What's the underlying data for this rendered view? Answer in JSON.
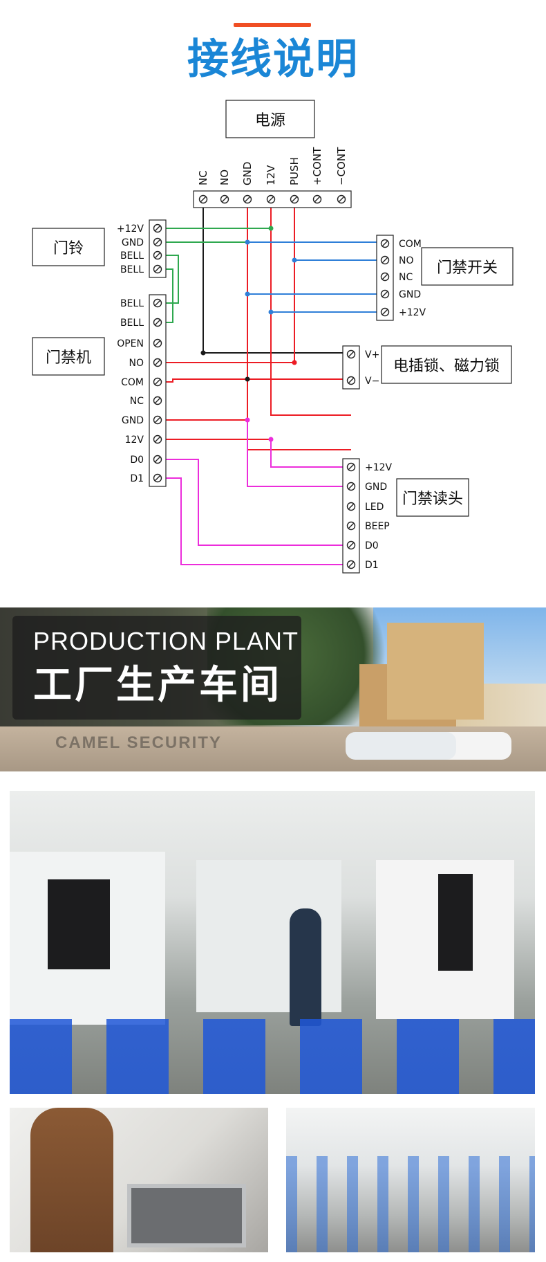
{
  "title": "接线说明",
  "accent_color": "#f04e23",
  "title_color": "#1a86d6",
  "wire_colors": {
    "red": "#ec1c24",
    "green": "#2fa84f",
    "blue": "#2f7fd8",
    "black": "#1a1a1a",
    "magenta": "#ec2ddb"
  },
  "devices": {
    "power": "电源",
    "doorbell": "门铃",
    "access_controller": "门禁机",
    "exit_switch": "门禁开关",
    "lock": "电插锁、磁力锁",
    "reader": "门禁读头"
  },
  "power_terminals": [
    "NC",
    "NO",
    "GND",
    "12V",
    "PUSH",
    "+CONT",
    "−CONT"
  ],
  "doorbell_terminals": [
    "+12V",
    "GND",
    "BELL",
    "BELL"
  ],
  "controller_terminals": [
    "BELL",
    "BELL",
    "OPEN",
    "NO",
    "COM",
    "NC",
    "GND",
    "12V",
    "D0",
    "D1"
  ],
  "exit_switch_terminals": [
    "COM",
    "NO",
    "NC",
    "GND",
    "+12V"
  ],
  "lock_terminals": [
    "V+",
    "V−"
  ],
  "reader_terminals": [
    "+12V",
    "GND",
    "LED",
    "BEEP",
    "D0",
    "D1"
  ],
  "plant": {
    "title_en": "PRODUCTION PLANT",
    "title_zh": "工厂生产车间",
    "wall_sign": "CAMEL SECURITY"
  }
}
